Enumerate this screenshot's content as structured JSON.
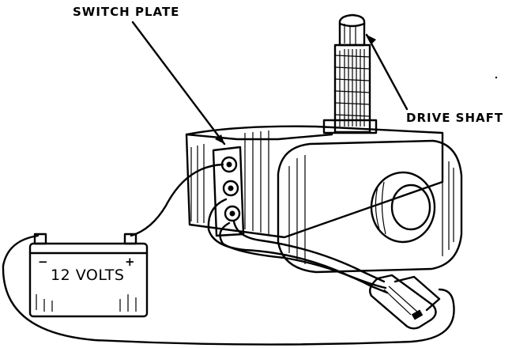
{
  "labels": {
    "switch_plate": "SWITCH PLATE",
    "drive_shaft": "DRIVE SHAFT"
  },
  "battery": {
    "text": "12 VOLTS",
    "minus": "−",
    "plus": "+"
  }
}
